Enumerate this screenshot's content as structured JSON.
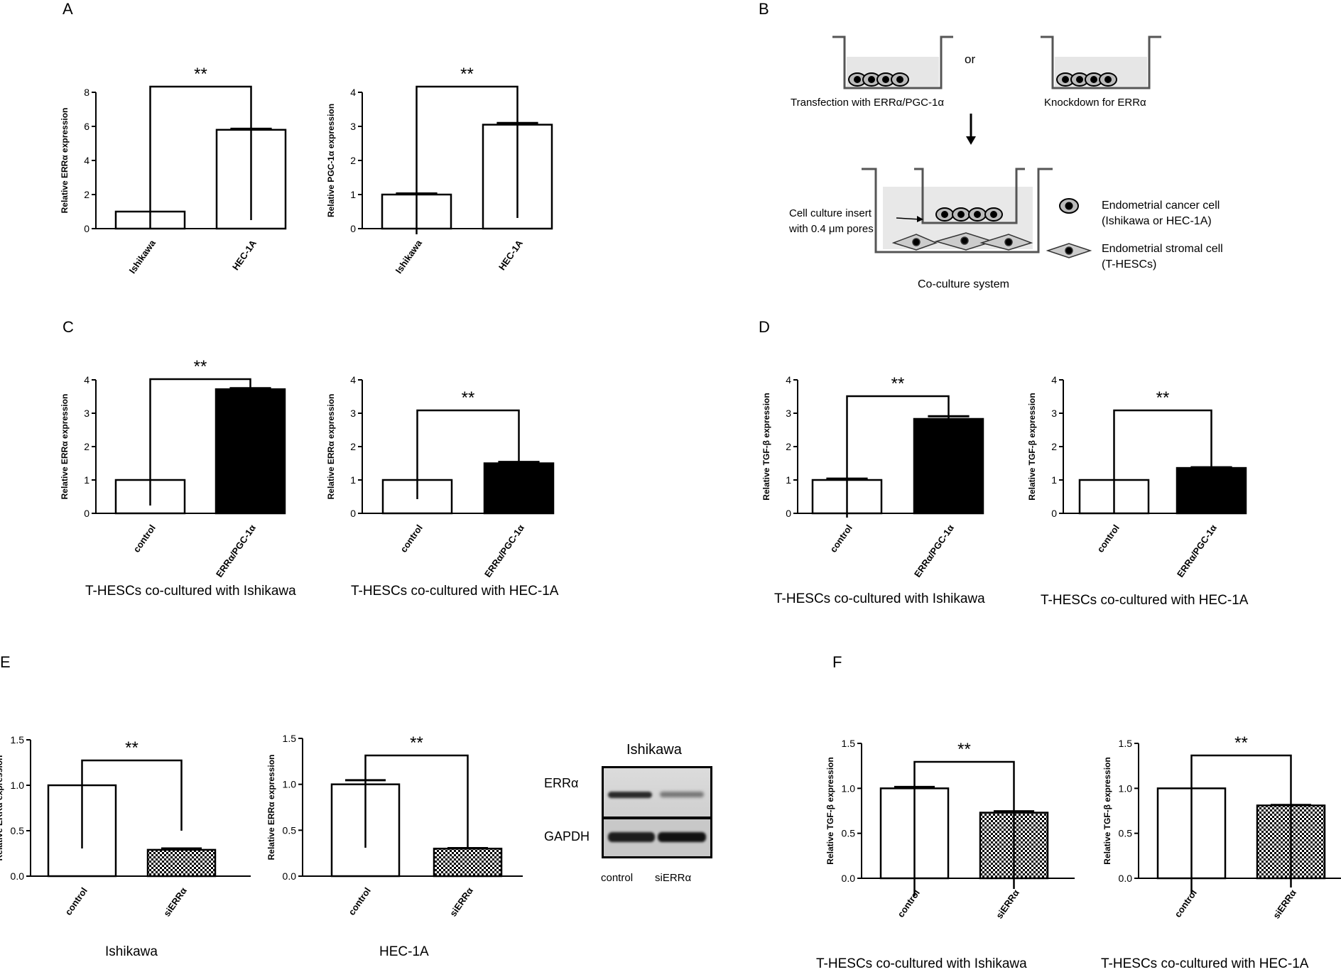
{
  "panels": {
    "A": "A",
    "B": "B",
    "C": "C",
    "D": "D",
    "E": "E",
    "F": "F"
  },
  "captions": {
    "C1": "T-HESCs co-cultured with Ishikawa",
    "C2": "T-HESCs co-cultured with HEC-1A",
    "D1": "T-HESCs co-cultured with Ishikawa",
    "D2": "T-HESCs co-cultured with HEC-1A",
    "E1": "Ishikawa",
    "E2": "HEC-1A",
    "F1": "T-HESCs co-cultured with Ishikawa",
    "F2": "T-HESCs co-cultured with HEC-1A"
  },
  "diagram": {
    "transfection": "Transfection with ERRα/PGC-1α",
    "or": "or",
    "knockdown": "Knockdown for ERRα",
    "insert_line1": "Cell culture insert",
    "insert_line2": "with 0.4 μm pores",
    "cancer_line1": "Endometrial cancer cell",
    "cancer_line2": "(Ishikawa or HEC-1A)",
    "stromal_line1": "Endometrial stromal cell",
    "stromal_line2": "(T-HESCs)",
    "system": "Co-culture system"
  },
  "blot": {
    "title": "Ishikawa",
    "row1": "ERRα",
    "row2": "GAPDH",
    "lane1": "control",
    "lane2": "siERRα"
  },
  "colors": {
    "open": "#ffffff",
    "filled": "#000000",
    "checker_a": "#000000",
    "checker_b": "#ffffff"
  },
  "chart_data": [
    {
      "id": "A1",
      "type": "bar",
      "categories": [
        "Ishikawa",
        "HEC-1A"
      ],
      "values": [
        1,
        5.8
      ],
      "errors": [
        0,
        0.06
      ],
      "fills": [
        "open",
        "open"
      ],
      "ylabel": "Relative ERRα expression",
      "ylim": [
        0,
        8
      ],
      "yticks": [
        "0",
        "2",
        "4",
        "6",
        "8"
      ],
      "significance": "**"
    },
    {
      "id": "A2",
      "type": "bar",
      "categories": [
        "Ishikawa",
        "HEC-1A"
      ],
      "values": [
        1,
        3.05
      ],
      "errors": [
        0.03,
        0.05
      ],
      "fills": [
        "open",
        "open"
      ],
      "ylabel": "Relative PGC-1α expression",
      "ylim": [
        0,
        4
      ],
      "yticks": [
        "0",
        "1",
        "2",
        "3",
        "4"
      ],
      "significance": "**"
    },
    {
      "id": "C1",
      "type": "bar",
      "categories": [
        "control",
        "ERRα/PGC-1α"
      ],
      "values": [
        1,
        3.72
      ],
      "errors": [
        0,
        0.03
      ],
      "fills": [
        "open",
        "filled"
      ],
      "ylabel": "Relative ERRα expression",
      "ylim": [
        0,
        4
      ],
      "yticks": [
        "0",
        "1",
        "2",
        "3",
        "4"
      ],
      "significance": "**"
    },
    {
      "id": "C2",
      "type": "bar",
      "categories": [
        "control",
        "ERRα/PGC-1α"
      ],
      "values": [
        1,
        1.5
      ],
      "errors": [
        0,
        0.04
      ],
      "fills": [
        "open",
        "filled"
      ],
      "ylabel": "Relative ERRα expression",
      "ylim": [
        0,
        4
      ],
      "yticks": [
        "0",
        "1",
        "2",
        "3",
        "4"
      ],
      "significance": "**"
    },
    {
      "id": "D1",
      "type": "bar",
      "categories": [
        "control",
        "ERRα/PGC-1α"
      ],
      "values": [
        1,
        2.83
      ],
      "errors": [
        0.04,
        0.08
      ],
      "fills": [
        "open",
        "filled"
      ],
      "ylabel": "Relative TGF-β expression",
      "ylim": [
        0,
        4
      ],
      "yticks": [
        "0",
        "1",
        "2",
        "3",
        "4"
      ],
      "significance": "**"
    },
    {
      "id": "D2",
      "type": "bar",
      "categories": [
        "control",
        "ERRα/PGC-1α"
      ],
      "values": [
        1,
        1.36
      ],
      "errors": [
        0,
        0.02
      ],
      "fills": [
        "open",
        "filled"
      ],
      "ylabel": "Relative TGF-β expression",
      "ylim": [
        0,
        4
      ],
      "yticks": [
        "0",
        "1",
        "2",
        "3",
        "4"
      ],
      "significance": "**"
    },
    {
      "id": "E1",
      "type": "bar",
      "categories": [
        "control",
        "siERRα"
      ],
      "values": [
        1.0,
        0.29
      ],
      "errors": [
        0,
        0.015
      ],
      "fills": [
        "open",
        "checker"
      ],
      "ylabel": "Relative ERRα expression",
      "ylim": [
        0,
        1.5
      ],
      "yticks": [
        "0.0",
        "0.5",
        "1.0",
        "1.5"
      ],
      "significance": "**"
    },
    {
      "id": "E2",
      "type": "bar",
      "categories": [
        "control",
        "siERRα"
      ],
      "values": [
        1.0,
        0.3
      ],
      "errors": [
        0.045,
        0.005
      ],
      "fills": [
        "open",
        "checker"
      ],
      "ylabel": "Relative ERRα expression",
      "ylim": [
        0,
        1.5
      ],
      "yticks": [
        "0.0",
        "0.5",
        "1.0",
        "1.5"
      ],
      "significance": "**"
    },
    {
      "id": "F1",
      "type": "bar",
      "categories": [
        "control",
        "siERRα"
      ],
      "values": [
        1.0,
        0.73
      ],
      "errors": [
        0.015,
        0.015
      ],
      "fills": [
        "open",
        "checker"
      ],
      "ylabel": "Relative TGF-β expression",
      "ylim": [
        0,
        1.5
      ],
      "yticks": [
        "0.0",
        "0.5",
        "1.0",
        "1.5"
      ],
      "significance": "**"
    },
    {
      "id": "F2",
      "type": "bar",
      "categories": [
        "control",
        "siERRα"
      ],
      "values": [
        1.0,
        0.81
      ],
      "errors": [
        0,
        0.005
      ],
      "fills": [
        "open",
        "checker"
      ],
      "ylabel": "Relative TGF-β expression",
      "ylim": [
        0,
        1.5
      ],
      "yticks": [
        "0.0",
        "0.5",
        "1.0",
        "1.5"
      ],
      "significance": "**"
    }
  ]
}
